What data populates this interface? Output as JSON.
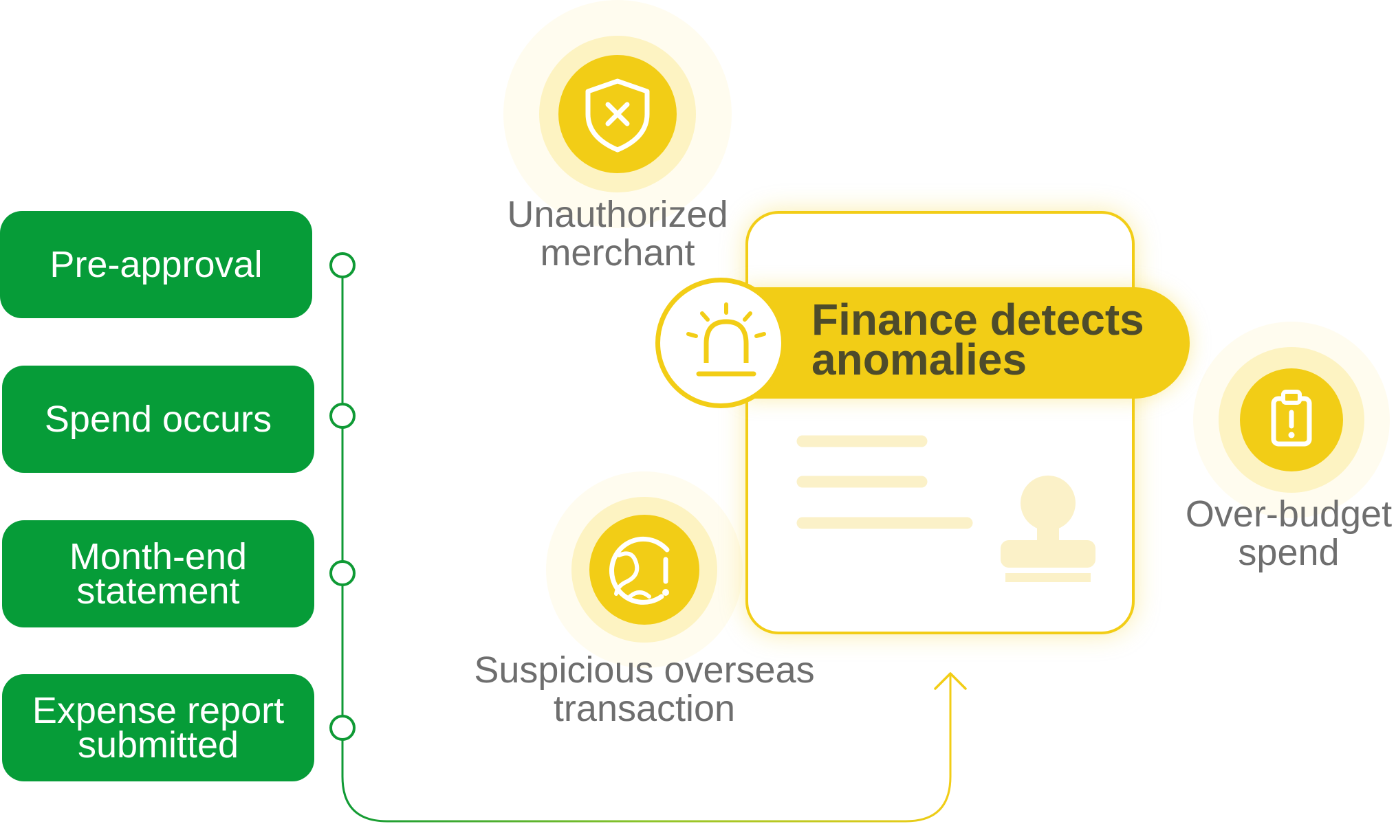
{
  "steps": [
    {
      "label": "Pre-approval"
    },
    {
      "label": "Spend occurs"
    },
    {
      "label": "Month-end\nstatement"
    },
    {
      "label": "Expense report\nsubmitted"
    }
  ],
  "anomalies": {
    "unauthorized": {
      "label": "Unauthorized\nmerchant",
      "icon": "shield-x-icon"
    },
    "overseas": {
      "label": "Suspicious overseas\ntransaction",
      "icon": "globe-alert-icon"
    },
    "overbudget": {
      "label": "Over-budget\nspend",
      "icon": "clipboard-alert-icon"
    }
  },
  "finance": {
    "title": "Finance detects\nanomalies",
    "icon": "siren-icon"
  },
  "colors": {
    "green": "#069c38",
    "yellow": "#f2cd16",
    "text_gray": "#6e6e6e",
    "title_dark": "#4d4b2b"
  }
}
